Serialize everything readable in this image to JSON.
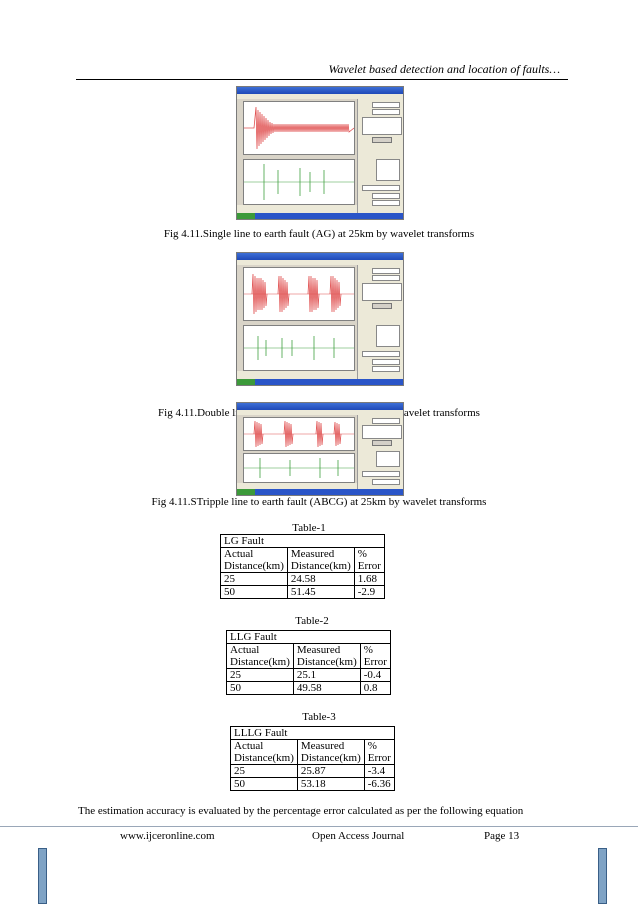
{
  "header": {
    "title": "Wavelet based detection and location of faults…"
  },
  "figures": [
    {
      "caption": "Fig 4.11.Single line to earth fault (AG) at 25km by wavelet transforms"
    },
    {
      "caption": "Fig 4.11.Double line to earth fault (ABG) at 25km by wavelet transforms"
    },
    {
      "caption": "Fig 4.11.STripple line to earth fault (ABCG) at 25km by wavelet transforms"
    }
  ],
  "tables": [
    {
      "title": "Table-1",
      "group": "LG Fault",
      "headers": [
        [
          "Actual",
          "Distance(km)"
        ],
        [
          "Measured",
          "Distance(km)"
        ],
        [
          "%",
          "Error"
        ]
      ],
      "rows": [
        [
          "25",
          "24.58",
          "1.68"
        ],
        [
          "50",
          "51.45",
          "-2.9"
        ]
      ]
    },
    {
      "title": "Table-2",
      "group": "LLG Fault",
      "headers": [
        [
          "Actual",
          "Distance(km)"
        ],
        [
          "Measured",
          "Distance(km)"
        ],
        [
          "%",
          "Error"
        ]
      ],
      "rows": [
        [
          "25",
          "25.1",
          "-0.4"
        ],
        [
          "50",
          "49.58",
          "0.8"
        ]
      ]
    },
    {
      "title": "Table-3",
      "group": "LLLG Fault",
      "headers": [
        [
          "Actual",
          "Distance(km)"
        ],
        [
          "Measured",
          "Distance(km)"
        ],
        [
          "%",
          "Error"
        ]
      ],
      "rows": [
        [
          "25",
          "25.87",
          "-3.4"
        ],
        [
          "50",
          "53.18",
          "-6.36"
        ]
      ]
    }
  ],
  "body": {
    "text": "The estimation accuracy is evaluated by the percentage error calculated as per the following equation"
  },
  "footer": {
    "website": "www.ijceronline.com",
    "journal": "Open Access Journal",
    "page": "Page 13"
  }
}
